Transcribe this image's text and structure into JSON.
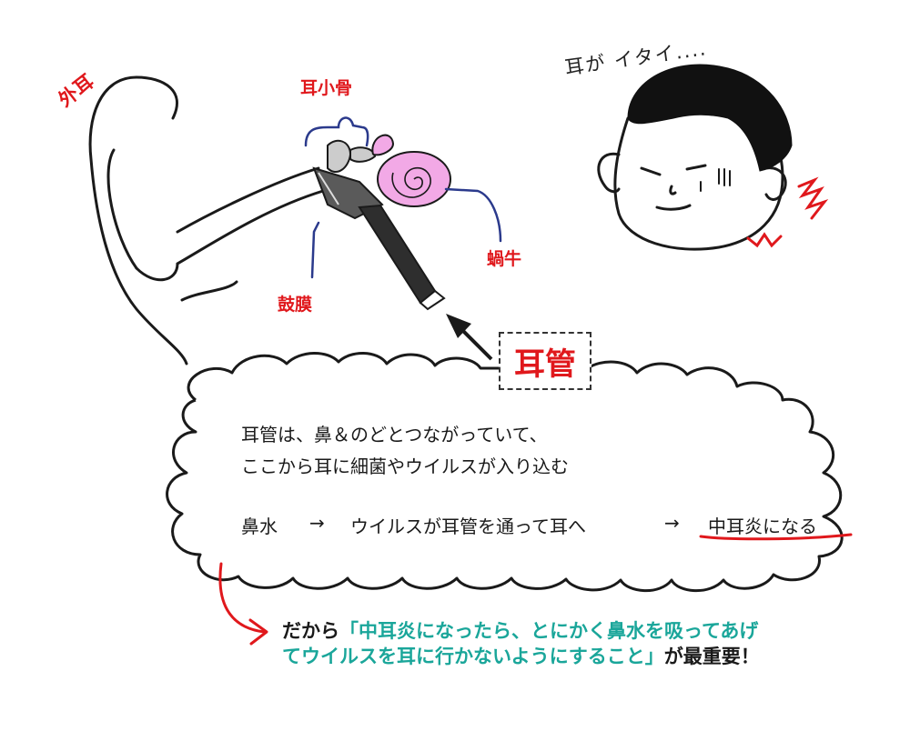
{
  "labels": {
    "outer_ear": "外耳",
    "ossicles": "耳小骨",
    "cochlea": "蝸牛",
    "eardrum": "鼓膜",
    "eustachian_tube": "耳管"
  },
  "thought": "耳が イタイ....",
  "bubble": {
    "line1": "耳管は、鼻＆のどとつながっていて、",
    "line2": "ここから耳に細菌やウイルスが入り込む",
    "flow": {
      "step1": "鼻水",
      "arrow1": "→",
      "step2": "ウイルスが耳管を通って耳へ",
      "arrow2": "→",
      "step3": "中耳炎になる"
    }
  },
  "conclusion": {
    "prefix": "だから",
    "quote_line1": "「中耳炎になったら、とにかく鼻水を吸ってあげ",
    "quote_line2": "てウイルスを耳に行かないようにすること」",
    "suffix": "が最重要！"
  },
  "colors": {
    "label_red": "#e0181c",
    "teal": "#1aa69a",
    "cochlea_pink": "#f2a9e6",
    "line_blue": "#2b3a8c"
  }
}
